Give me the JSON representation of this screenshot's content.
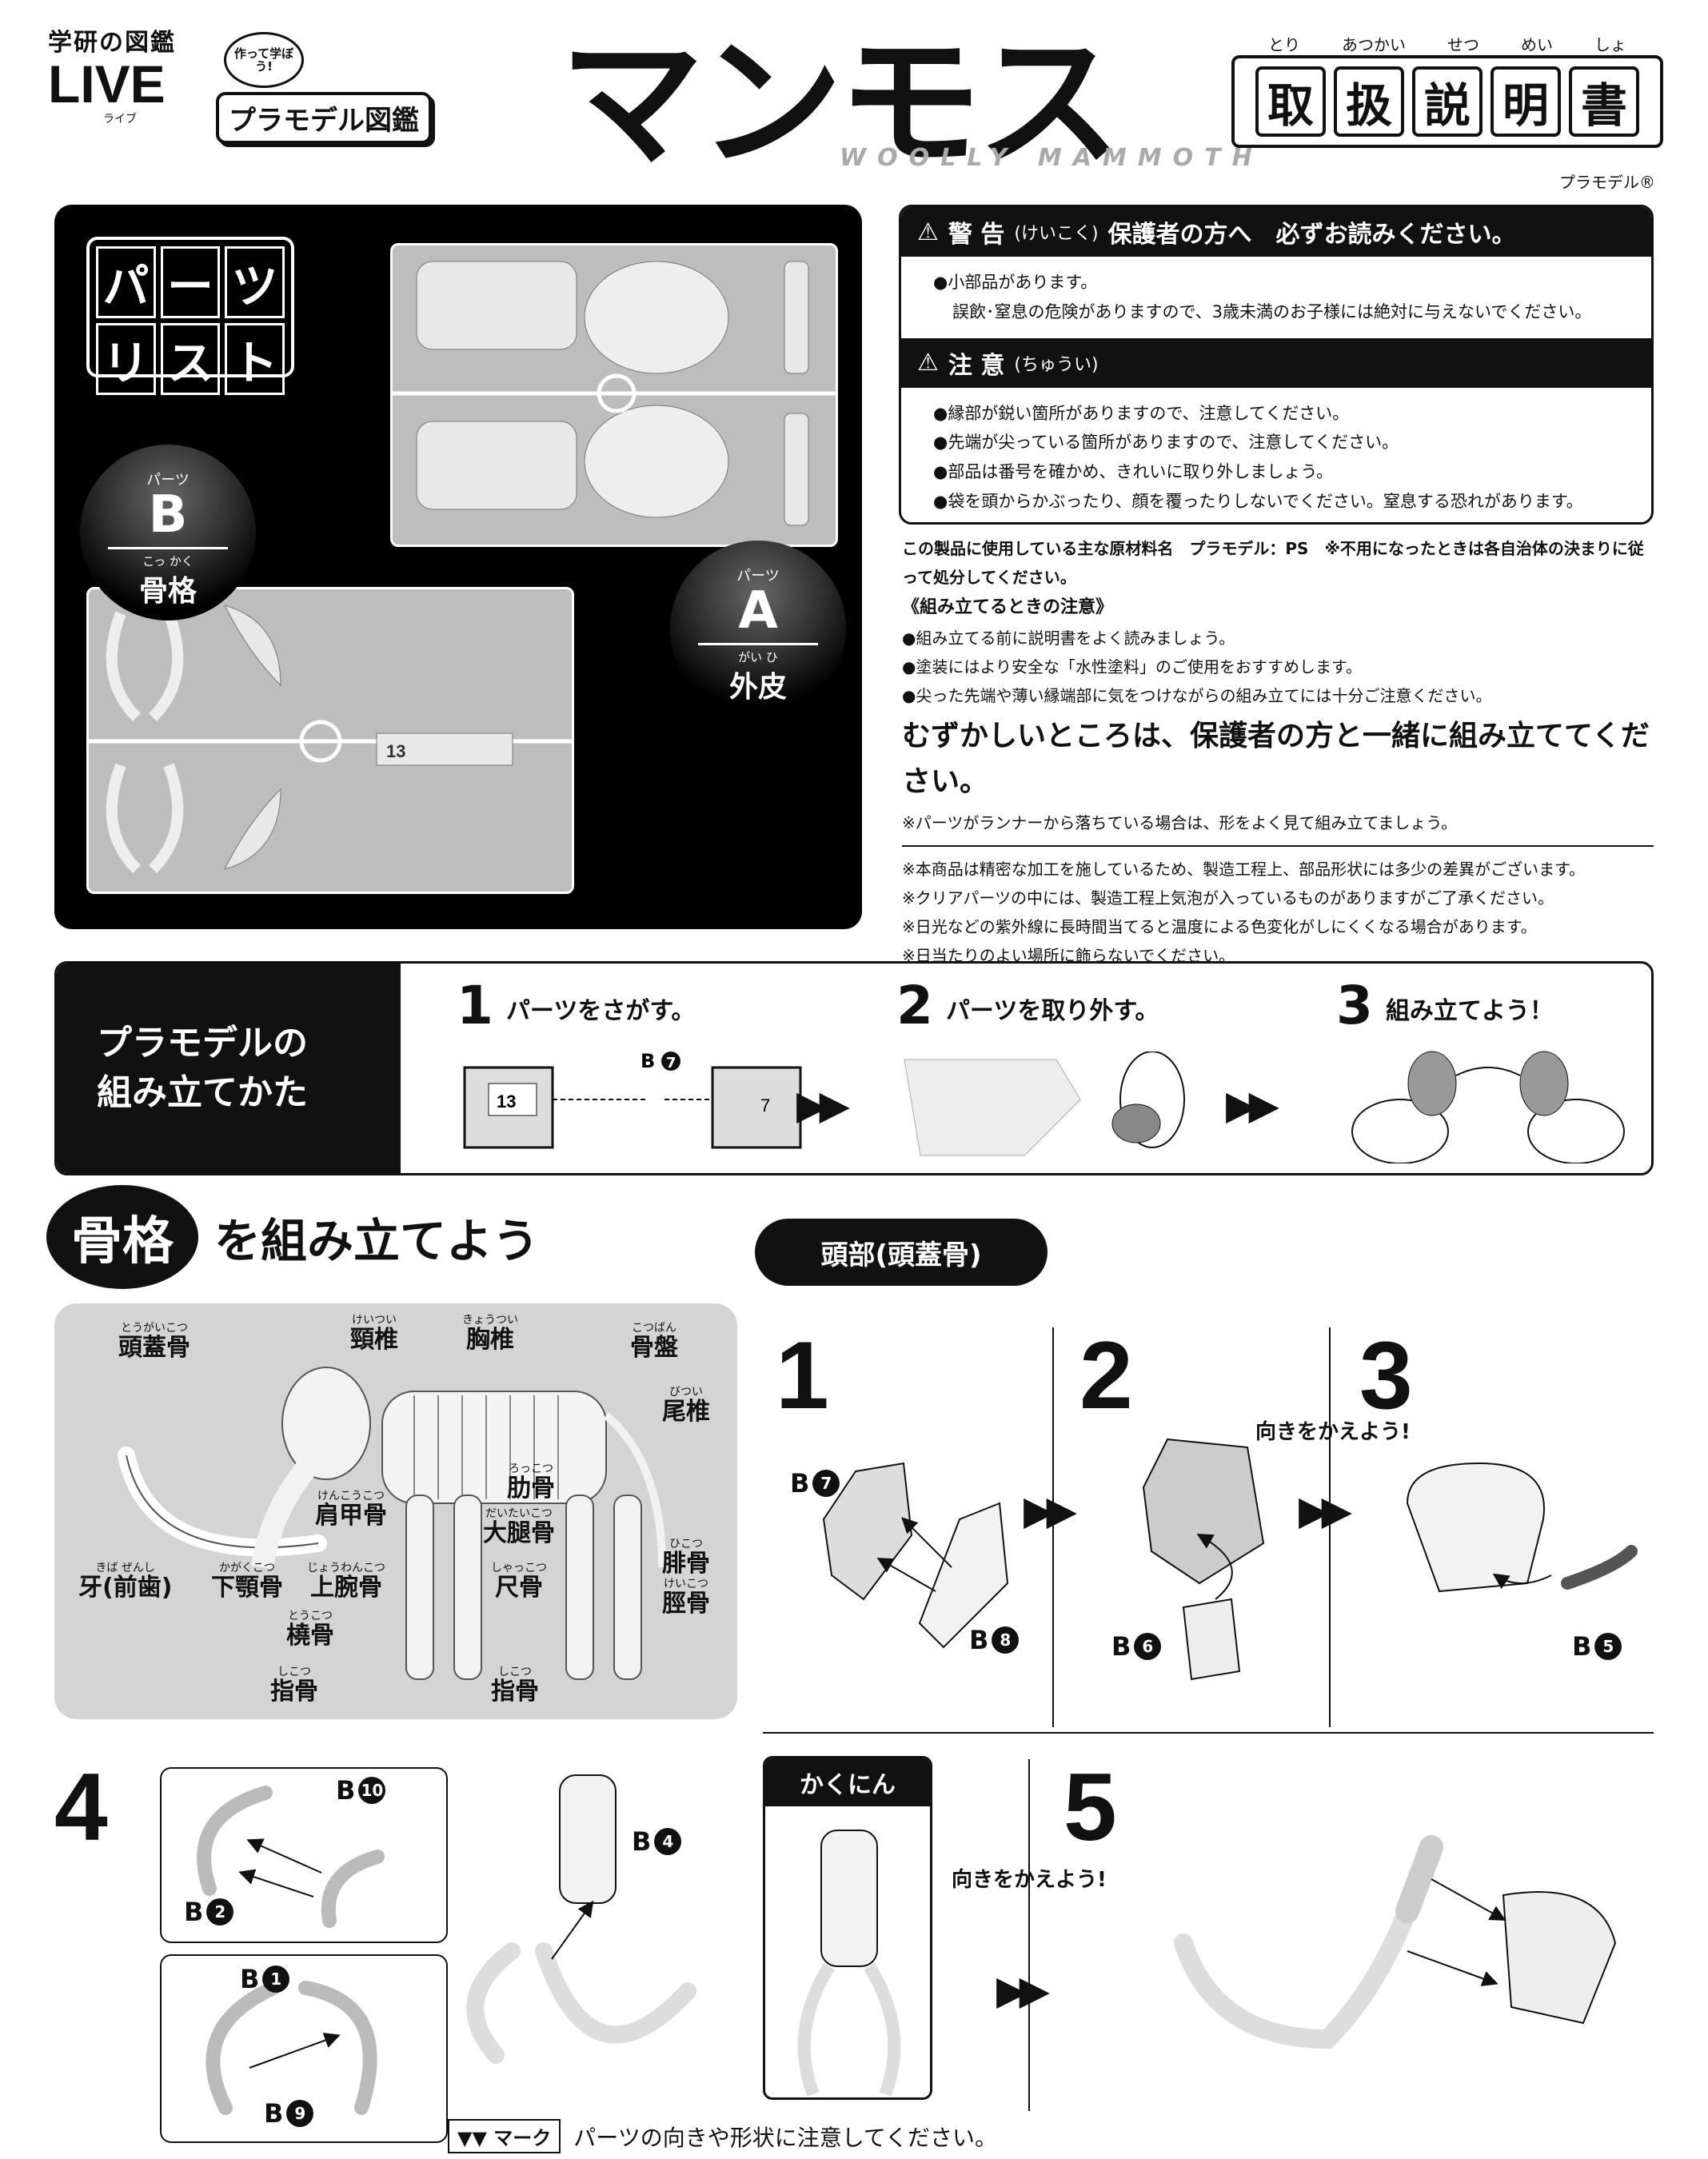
{
  "header": {
    "brand_line1": "学研の図鑑",
    "brand_line2": "LIVE",
    "brand_line3": "ライブ",
    "series_bubble": "作って学ぼう!",
    "series_name": "プラモデル図鑑",
    "title": "マンモス",
    "subtitle": "WOOLLY MAMMOTH",
    "manual_chars": [
      "取",
      "扱",
      "説",
      "明",
      "書"
    ],
    "manual_ruby": [
      "とり",
      "あつかい",
      "せつ",
      "めい",
      "しょ"
    ],
    "trademark": "プラモデル®"
  },
  "parts_list": {
    "title_chars": [
      "パ",
      "ー",
      "ツ",
      "リ",
      "ス",
      "ト"
    ],
    "badge_b": {
      "small": "パーツ",
      "letter": "B",
      "ruby": "こっ かく",
      "name": "骨格"
    },
    "badge_a": {
      "small": "パーツ",
      "letter": "A",
      "ruby": "がい ひ",
      "name": "外皮"
    }
  },
  "warning": {
    "head": "警 告",
    "head_ruby": "(けいこく)",
    "head_rest": "保護者の方へ　必ずお読みください。",
    "lines": [
      "●小部品があります。",
      "誤飲･窒息の危険がありますので、3歳未満のお子様には絶対に与えないでください。"
    ]
  },
  "caution": {
    "head": "注 意",
    "head_ruby": "(ちゅうい)",
    "lines": [
      "●縁部が鋭い箇所がありますので、注意してください。",
      "●先端が尖っている箇所がありますので、注意してください。",
      "●部品は番号を確かめ、きれいに取り外しましょう。",
      "●袋を頭からかぶったり、顔を覆ったりしないでください。窒息する恐れがあります。"
    ]
  },
  "notes": {
    "material": "この製品に使用している主な原材料名　プラモデル：PS　※不用になったときは各自治体の決まりに従って処分してください。",
    "assembly_head": "《組み立てるときの注意》",
    "assembly_lines": [
      "●組み立てる前に説明書をよく読みましょう。",
      "●塗装にはより安全な「水性塗料」のご使用をおすすめします。",
      "●尖った先端や薄い縁端部に気をつけながらの組み立てには十分ご注意ください。"
    ],
    "big": "むずかしいところは、保護者の方と一緒に組み立ててください。",
    "runner_note": "※パーツがランナーから落ちている場合は、形をよく見て組み立てましょう。",
    "disclaimer": [
      "※本商品は精密な加工を施しているため、製造工程上、部品形状には多少の差異がございます。",
      "※クリアパーツの中には、製造工程上気泡が入っているものがありますがご了承ください。",
      "※日光などの紫外線に長時間当てると温度による色変化がしにくくなる場合があります。",
      "※日当たりのよい場所に飾らないでください。"
    ]
  },
  "howto": {
    "title_l1": "プラモデルの",
    "title_l2": "組み立てかた",
    "steps": [
      {
        "num": "1",
        "text": "パーツをさがす。"
      },
      {
        "num": "2",
        "text": "パーツを取り外す。"
      },
      {
        "num": "3",
        "text": "組み立てよう！"
      }
    ],
    "b7_label": "B",
    "b7_num": "7",
    "tag13": "13",
    "tag7": "7"
  },
  "skeleton": {
    "circle": "骨格",
    "rest": "を組み立てよう",
    "labels": [
      {
        "ruby": "とうがいこつ",
        "text": "頭蓋骨"
      },
      {
        "ruby": "けいつい",
        "text": "頸椎"
      },
      {
        "ruby": "きょうつい",
        "text": "胸椎"
      },
      {
        "ruby": "こつばん",
        "text": "骨盤"
      },
      {
        "ruby": "びつい",
        "text": "尾椎"
      },
      {
        "ruby": "ろっこつ",
        "text": "肋骨"
      },
      {
        "ruby": "けんこうこつ",
        "text": "肩甲骨"
      },
      {
        "ruby": "だいたいこつ",
        "text": "大腿骨"
      },
      {
        "ruby": "ひこつ",
        "text": "腓骨"
      },
      {
        "ruby": "けいこつ",
        "text": "脛骨"
      },
      {
        "ruby": "しゃっこつ",
        "text": "尺骨"
      },
      {
        "ruby": "じょうわんこつ",
        "text": "上腕骨"
      },
      {
        "ruby": "かがくこつ",
        "text": "下顎骨"
      },
      {
        "ruby": "きば ぜんし",
        "text": "牙(前歯)"
      },
      {
        "ruby": "とうこつ",
        "text": "橈骨"
      },
      {
        "ruby": "しこつ",
        "text": "指骨"
      },
      {
        "ruby": "しこつ",
        "text": "指骨"
      }
    ]
  },
  "head_section": {
    "pill": "頭部(頭蓋骨)",
    "steps": [
      "1",
      "2",
      "3",
      "4",
      "5"
    ],
    "turn_note": "向きをかえよう!",
    "check": "かくにん",
    "parts": {
      "b7": "7",
      "b8": "8",
      "b6": "6",
      "b5": "5",
      "b10": "10",
      "b2": "2",
      "b1": "1",
      "b9": "9",
      "b4": "4"
    },
    "letter": "B",
    "mark_label": "マーク",
    "mark_note": "パーツの向きや形状に注意してください。"
  }
}
